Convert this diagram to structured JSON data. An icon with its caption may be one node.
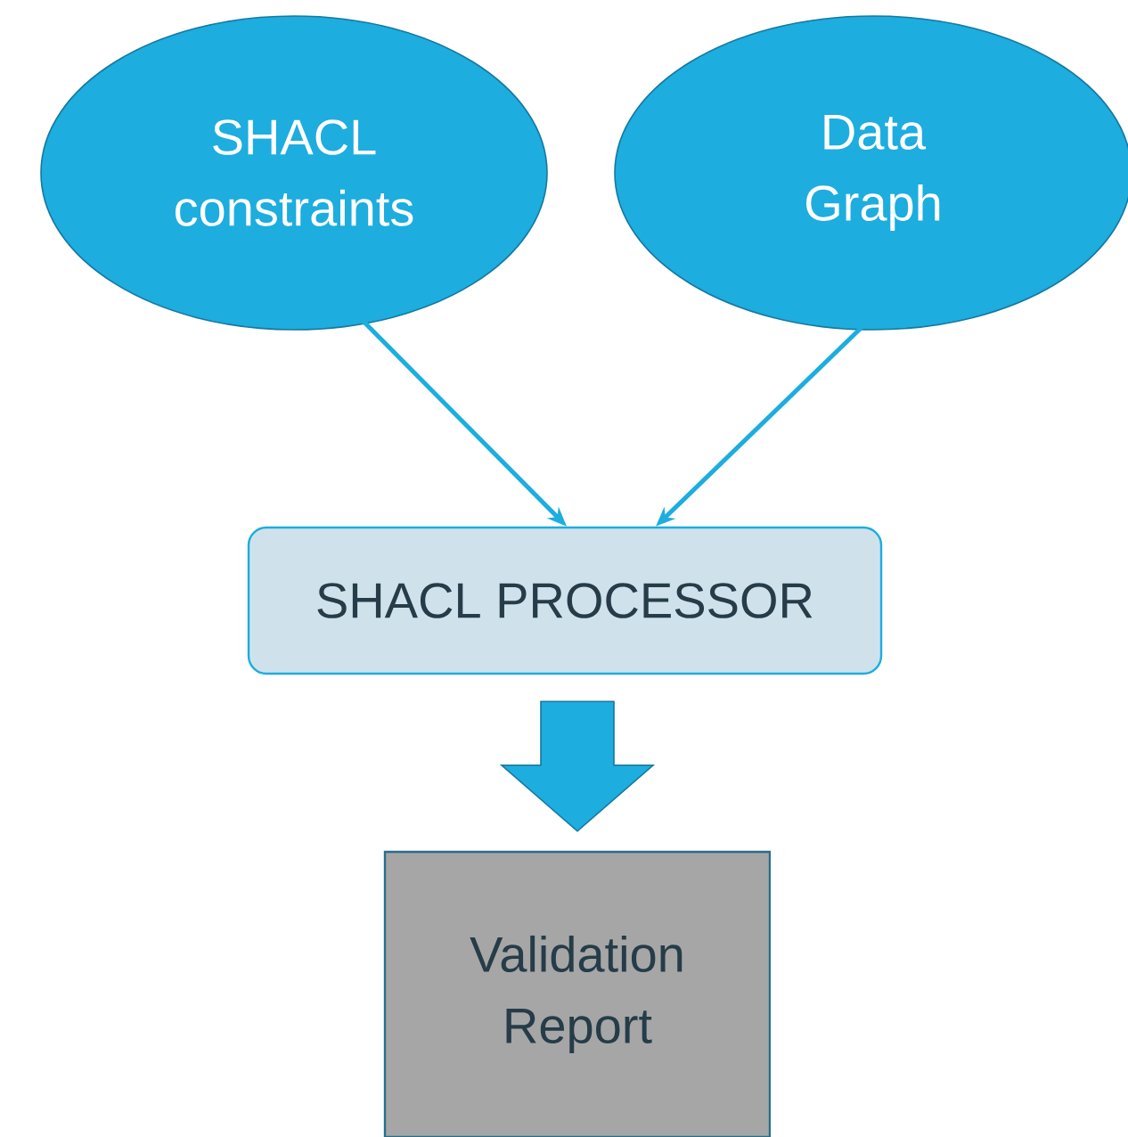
{
  "diagram": {
    "nodes": [
      {
        "text": [
          "SHACL constraints"
        ]
      },
      {
        "text": [
          "Data Graph"
        ]
      },
      {
        "text": [
          "SHACL PROCESSOR"
        ]
      },
      {
        "text": [
          "Validation Report"
        ]
      }
    ],
    "edges": [
      {
        "from": 0,
        "to": 2,
        "arrow": "to"
      },
      {
        "from": 1,
        "to": 2,
        "arrow": "to"
      },
      {
        "from": 2,
        "to": 3,
        "arrow": "to",
        "style": "thick"
      }
    ]
  }
}
